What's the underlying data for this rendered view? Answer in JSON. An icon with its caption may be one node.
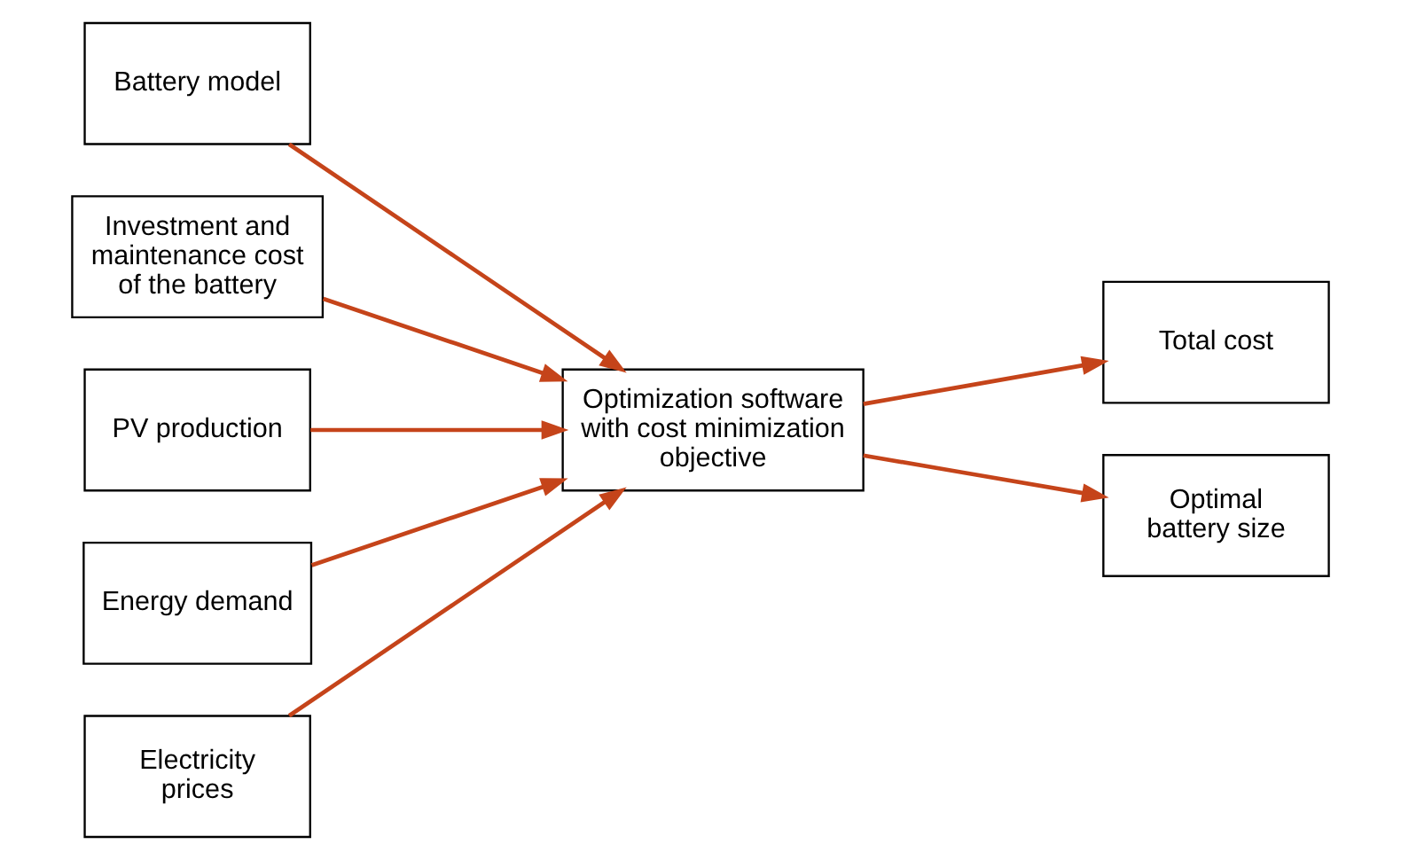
{
  "diagram": {
    "nodes": [
      {
        "text": [
          "Battery model"
        ]
      },
      {
        "text": [
          "Investment and maintenance cost of the battery"
        ]
      },
      {
        "text": [
          "PV production"
        ]
      },
      {
        "text": [
          "Energy demand"
        ]
      },
      {
        "text": [
          "Electricity prices"
        ]
      },
      {
        "text": [
          "Optimization software with cost minimization objective"
        ]
      },
      {
        "text": [
          "Total cost"
        ]
      },
      {
        "text": [
          "Optimal battery size"
        ]
      }
    ],
    "edges": [
      {
        "from": 0,
        "to": 5,
        "arrow": "to"
      },
      {
        "from": 1,
        "to": 5,
        "arrow": "to"
      },
      {
        "from": 2,
        "to": 5,
        "arrow": "to"
      },
      {
        "from": 3,
        "to": 5,
        "arrow": "to"
      },
      {
        "from": 4,
        "to": 5,
        "arrow": "to"
      },
      {
        "from": 5,
        "to": 6,
        "arrow": "to"
      },
      {
        "from": 5,
        "to": 7,
        "arrow": "to"
      }
    ]
  }
}
